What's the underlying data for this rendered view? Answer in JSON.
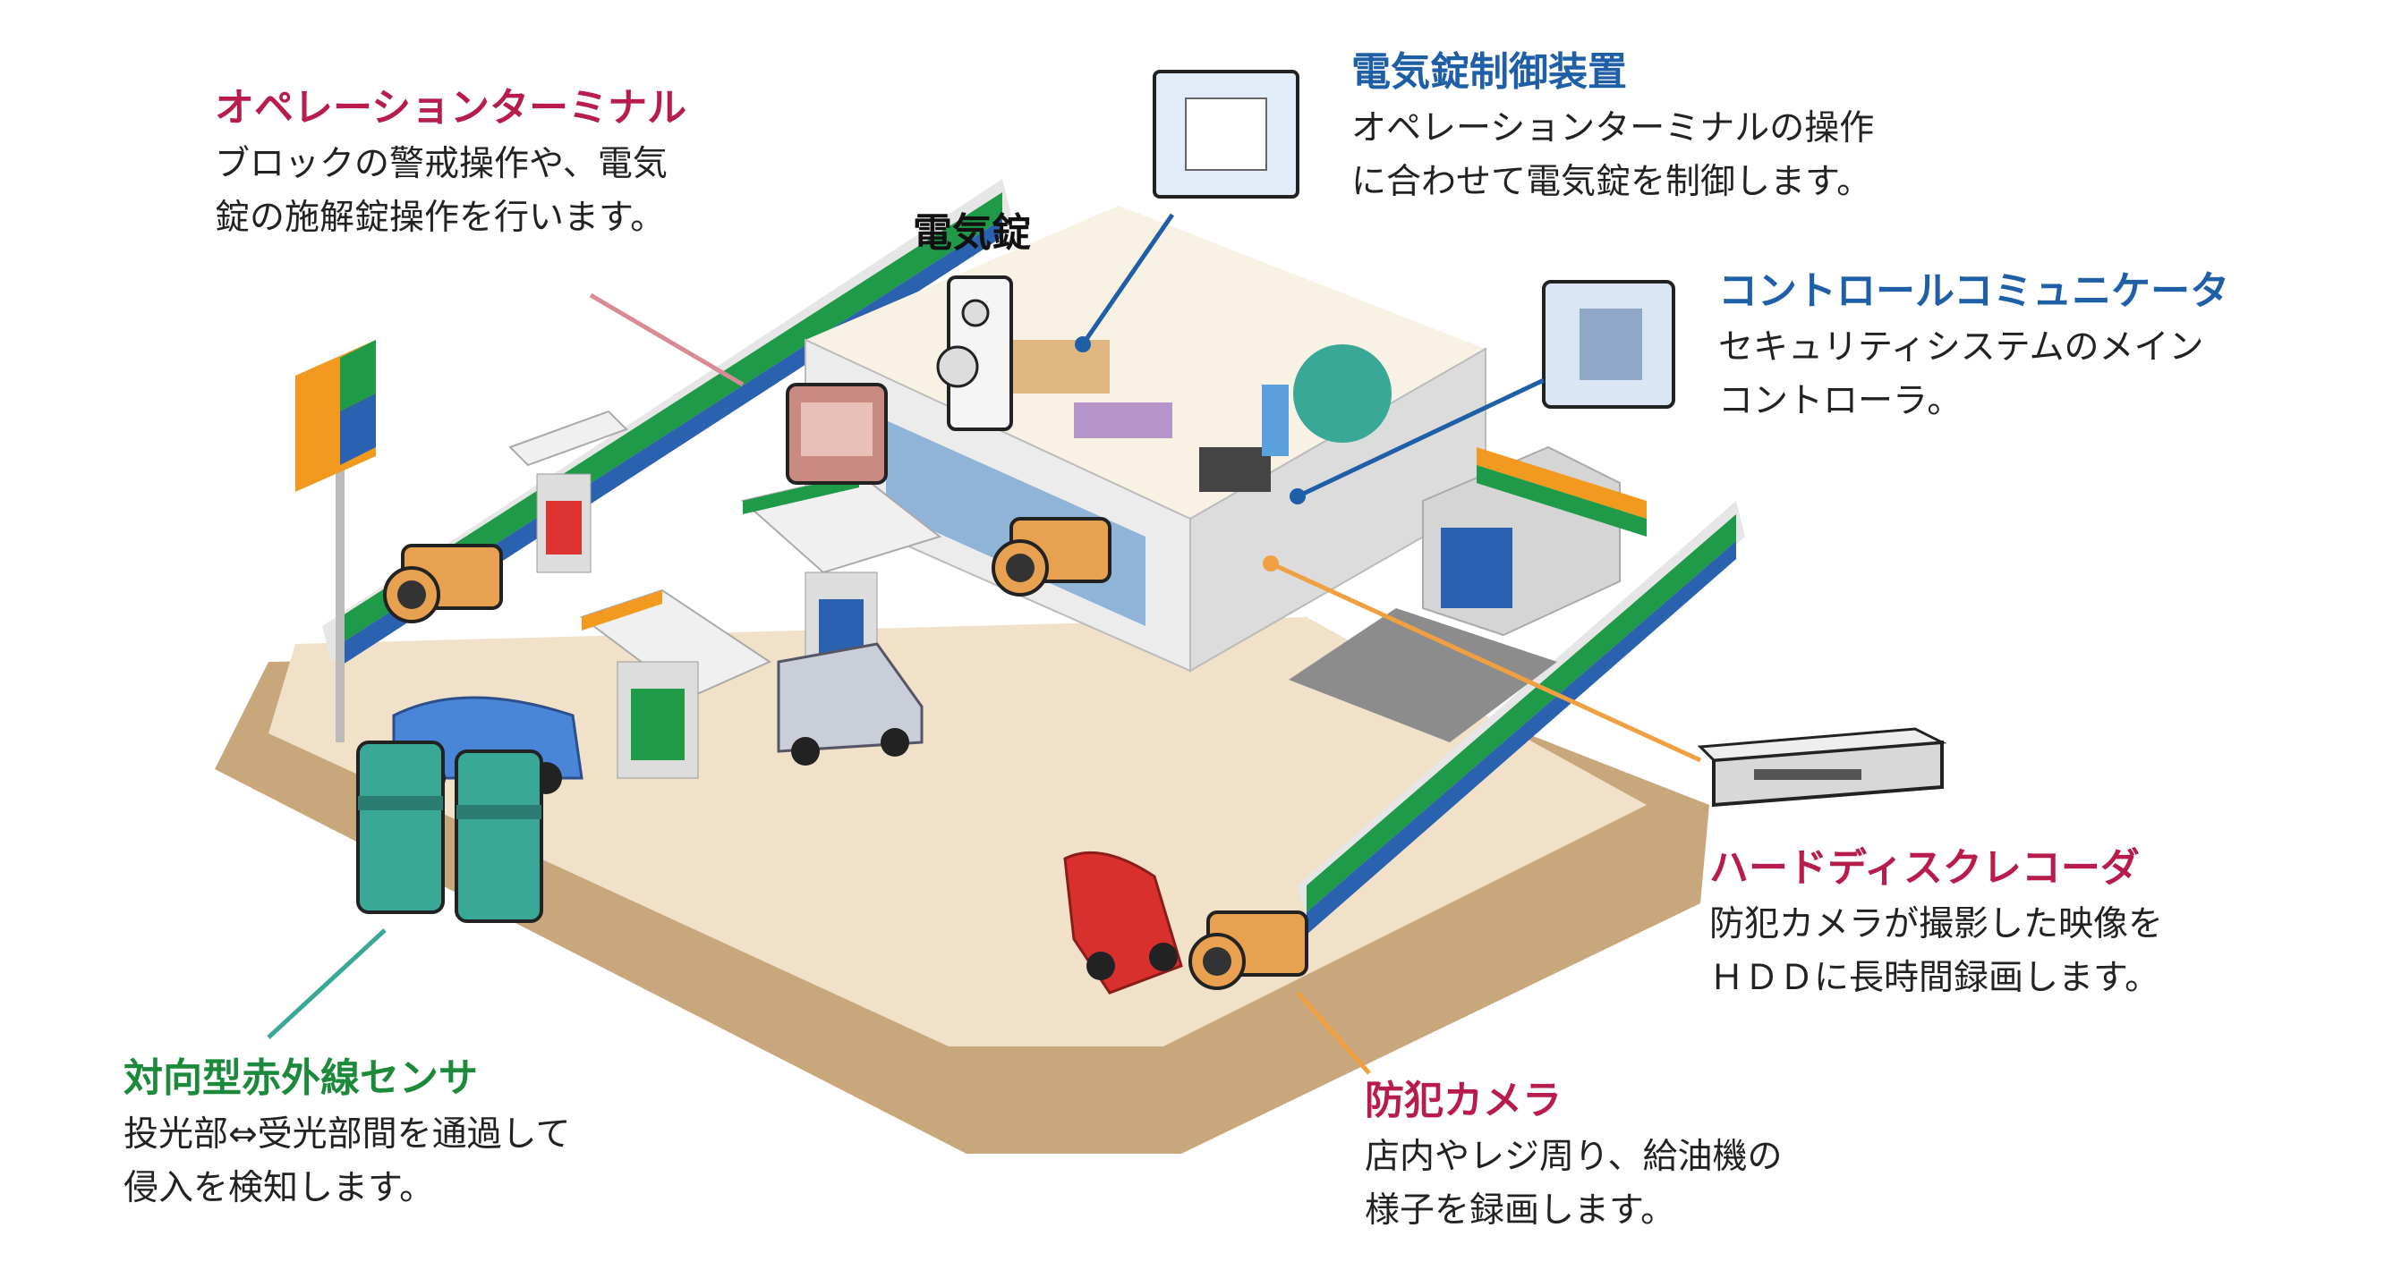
{
  "colors": {
    "red_title": "#b81c4a",
    "blue_title": "#1f5fa8",
    "green_title": "#1c8a3a",
    "ground": "#f0e1c8",
    "pavement": "#c9a77c",
    "wall_green": "#1f9a49",
    "wall_blue": "#2a62b0",
    "camera": "#e8a150",
    "sensor": "#3aa897",
    "line_pink": "#d98a94",
    "line_blue": "#1f5fa8",
    "line_orange": "#f0a040",
    "line_teal": "#3aa897"
  },
  "labels": {
    "operation_terminal": {
      "title": "オペレーションターミナル",
      "desc": "ブロックの警戒操作や、電気\n錠の施解錠操作を行います。"
    },
    "electric_lock_controller": {
      "title": "電気錠制御装置",
      "desc": "オペレーションターミナルの操作\nに合わせて電気錠を制御します。"
    },
    "control_communicator": {
      "title": "コントロールコミュニケータ",
      "desc": "セキュリティシステムのメイン\nコントローラ。"
    },
    "electric_lock": {
      "title": "電気錠"
    },
    "hard_disk_recorder": {
      "title": "ハードディスクレコーダ",
      "desc": "防犯カメラが撮影した映像を\nＨＤＤに長時間録画します。"
    },
    "security_camera": {
      "title": "防犯カメラ",
      "desc": "店内やレジ周り、給油機の\n様子を録画します。"
    },
    "infrared_sensor": {
      "title": "対向型赤外線センサ",
      "desc": "投光部⇔受光部間を通過して\n侵入を検知します。"
    }
  }
}
